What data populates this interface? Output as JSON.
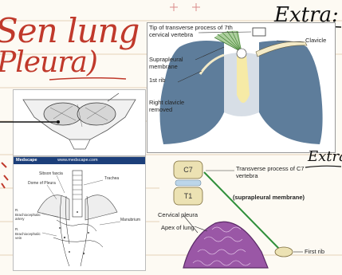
{
  "notes": {
    "title_line1": "Sen lung",
    "title_line2": "Pleura)",
    "extra_top": "Extra:",
    "extra_bottom": "Extra"
  },
  "figure_top": {
    "labels": {
      "tip": "Tip of transverse process of 7th cervical vertebra",
      "clavicle": "Clavicle",
      "suprapleural": "Suprapleural membrane",
      "first_rib": "1st rib",
      "right_clavicle": "Right clavicle removed"
    }
  },
  "figure_bottom": {
    "labels": {
      "c7": "C7",
      "t1": "T1",
      "transverse": "Transverse process of C7 vertebra",
      "suprapleural": "(suprapleural membrane)",
      "cervical_pleura": "Cervical pleura",
      "apex": "Apex of lung",
      "first_rib": "First rib"
    }
  },
  "medscape": {
    "brand": "Medscape",
    "url": "www.medscape.com",
    "labels": {
      "sibson": "Sibson fascia",
      "dome": "Dome of Pleura",
      "trachea": "Trachea",
      "brachiocephalic_artery": "R. Brachiocephalic artery",
      "brachiocephalic_vein": "R. Brachiocephalic vein",
      "manubrium": "Manubrium"
    }
  },
  "colors": {
    "ink_red": "#c0392b",
    "lung_blue": "#5e7d9b",
    "membrane_yellow": "#f6eaa6",
    "pleura_purple": "#9a57a6",
    "rib_cream": "#ece2b3"
  }
}
